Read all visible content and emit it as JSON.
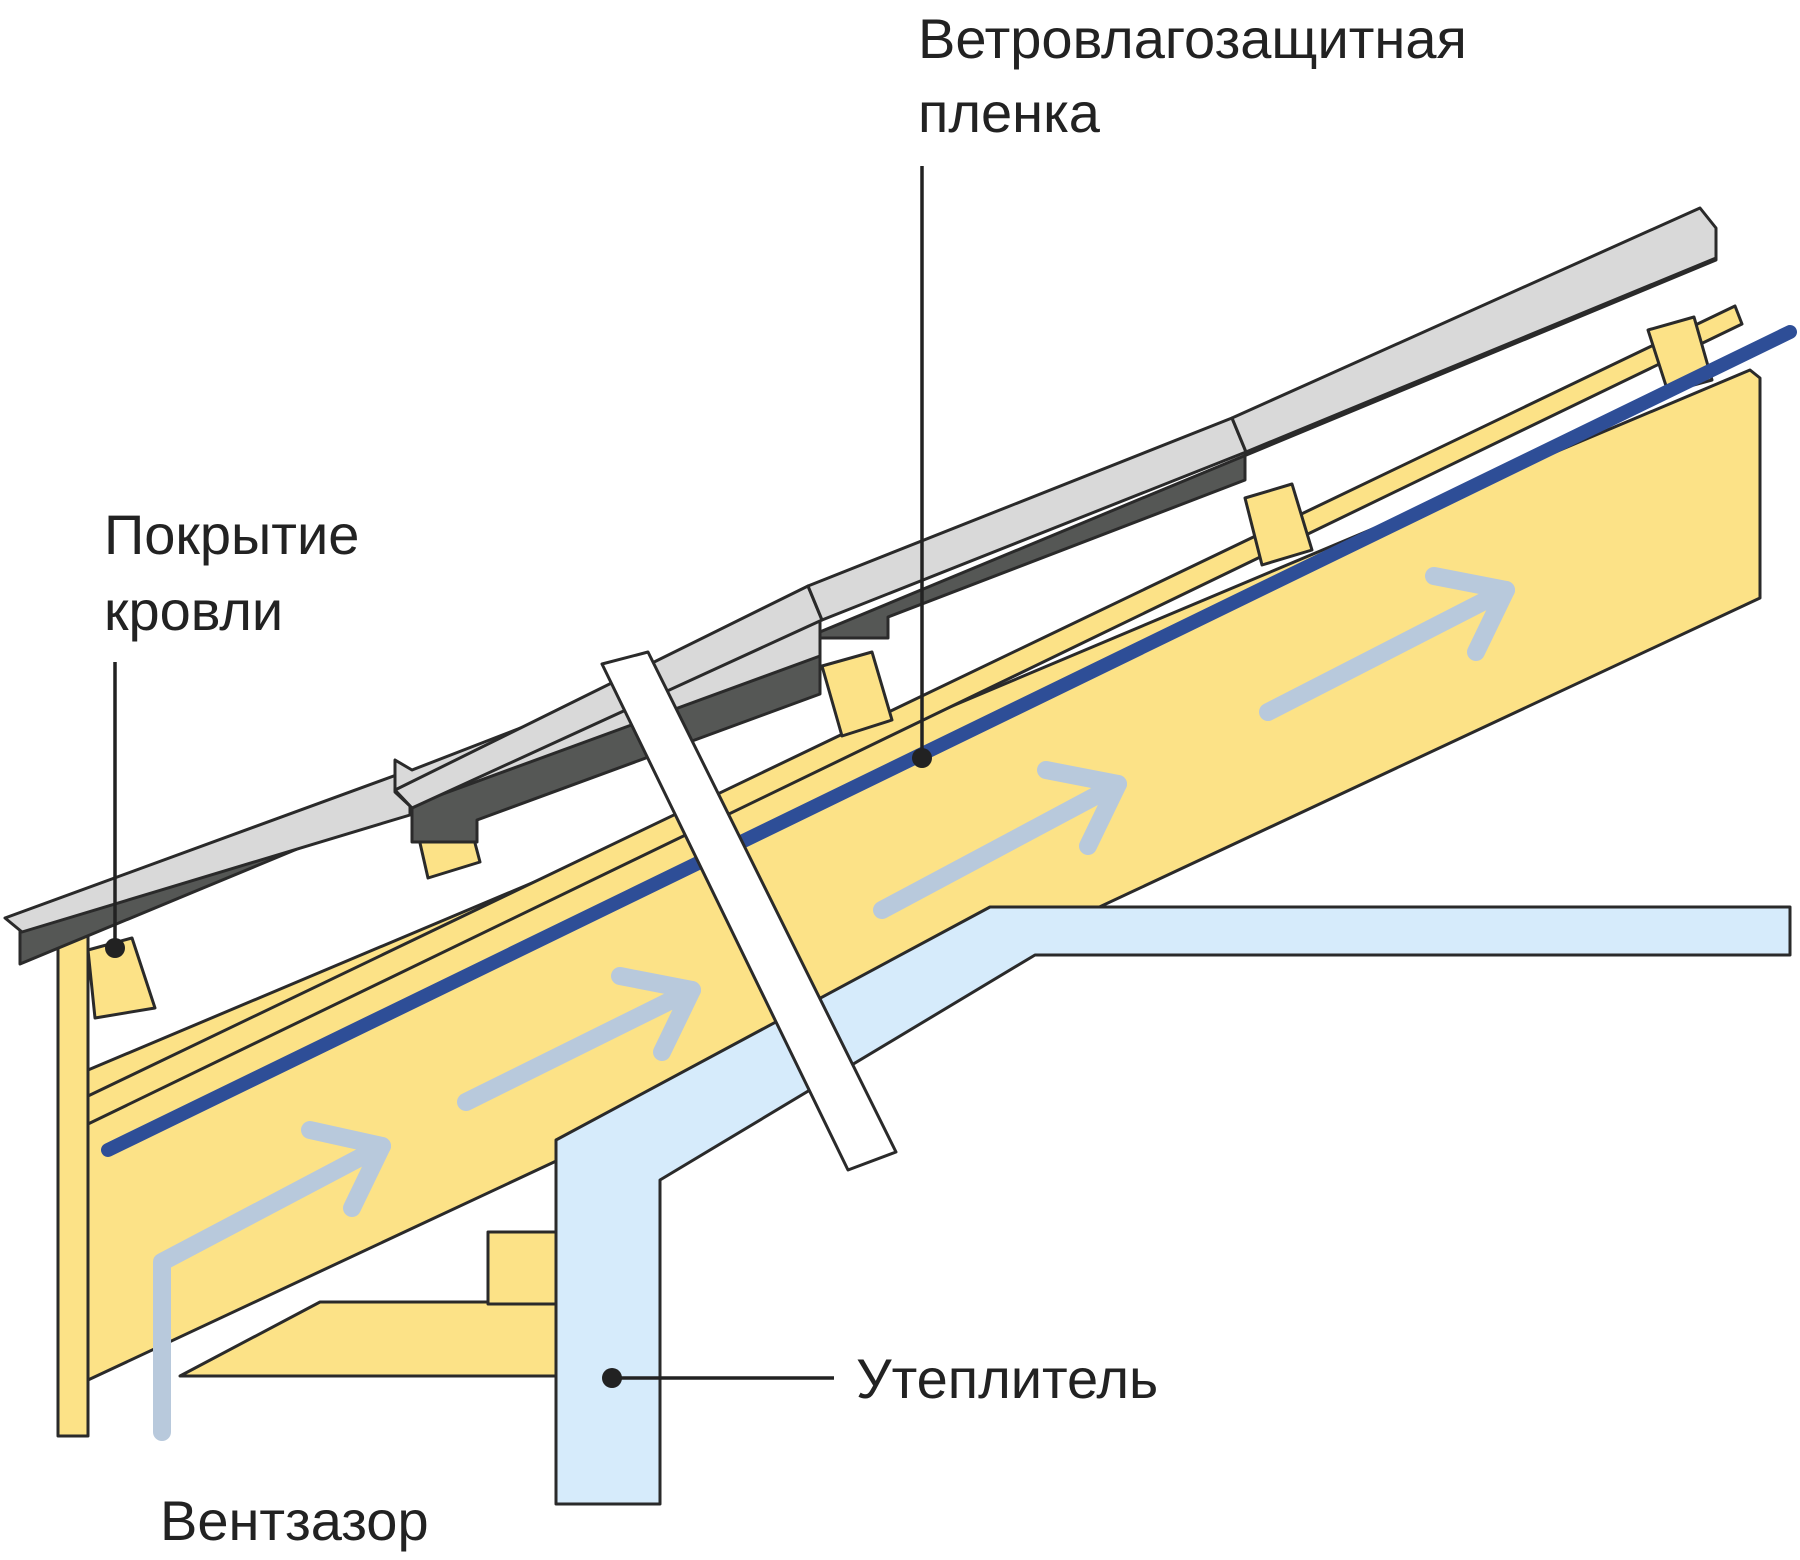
{
  "labels": {
    "roof_covering": [
      "Покрытие",
      "кровли"
    ],
    "membrane": [
      "Ветровлагозащитная",
      "пленка"
    ],
    "insulation": "Утеплитель",
    "vent_gap": "Вентзазор"
  },
  "colors": {
    "wood": "#fce287",
    "insulation": "#d6ebfb",
    "membrane": "#2e4e97",
    "roof_top": "#d9d9d9",
    "roof_bottom": "#555755",
    "airflow_arrow": "#b8c9dc",
    "outline": "#2a2a2a"
  }
}
